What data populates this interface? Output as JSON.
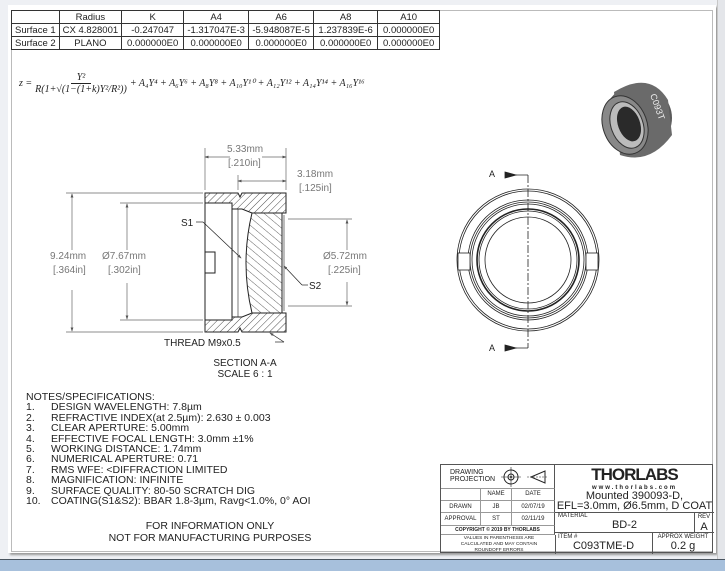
{
  "aspheric_table": {
    "headers": [
      "",
      "Radius",
      "K",
      "A4",
      "A6",
      "A8",
      "A10"
    ],
    "rows": [
      [
        "Surface 1",
        "CX 4.828001",
        "-0.247047",
        "-1.317047E-3",
        "-5.948087E-5",
        "1.237839E-6",
        "0.000000E0"
      ],
      [
        "Surface 2",
        "PLANO",
        "0.000000E0",
        "0.000000E0",
        "0.000000E0",
        "0.000000E0",
        "0.000000E0"
      ]
    ]
  },
  "formula": {
    "lhs": "z =",
    "numerator": "Y²",
    "denominator": "R(1+√(1−(1+k)Y²/R²))",
    "terms": "+ A₄Y⁴ + A₆Y⁶ + A₈Y⁸ + A₁₀Y¹⁰ + A₁₂Y¹² + A₁₄Y¹⁴ + A₁₆Y¹⁶"
  },
  "section_view": {
    "dim_length": "5.33mm",
    "dim_length_in": "[.210in]",
    "dim_lens": "3.18mm",
    "dim_lens_in": "[.125in]",
    "dim_od": "9.24mm",
    "dim_od_in": "[.364in]",
    "dim_bore": "Ø7.67mm",
    "dim_bore_in": "[.302in]",
    "dim_ap": "Ø5.72mm",
    "dim_ap_in": "[.225in]",
    "s1": "S1",
    "s2": "S2",
    "thread": "THREAD M9x0.5",
    "title": "SECTION A-A",
    "scale": "SCALE 6 : 1"
  },
  "front_view": {
    "section_label": "A",
    "engraving": "C093T"
  },
  "notes": {
    "heading": "NOTES/SPECIFICATIONS:",
    "items": [
      {
        "n": "1.",
        "t": "DESIGN WAVELENGTH: 7.8µm"
      },
      {
        "n": "2.",
        "t": "REFRACTIVE INDEX(at 2.5µm): 2.630 ± 0.003"
      },
      {
        "n": "3.",
        "t": "CLEAR APERTURE: 5.00mm"
      },
      {
        "n": "4.",
        "t": "EFFECTIVE FOCAL LENGTH: 3.0mm ±1%"
      },
      {
        "n": "5.",
        "t": "WORKING DISTANCE: 1.74mm"
      },
      {
        "n": "6.",
        "t": "NUMERICAL APERTURE: 0.71"
      },
      {
        "n": "7.",
        "t": "RMS WFE: <DIFFRACTION LIMITED"
      },
      {
        "n": "8.",
        "t": "MAGNIFICATION: INFINITE"
      },
      {
        "n": "9.",
        "t": "SURFACE QUALITY: 80-50 SCRATCH DIG"
      },
      {
        "n": "10.",
        "t": "COATING(S1&S2): BBAR 1.8-3µm, Ravg<1.0%, 0° AOI"
      }
    ],
    "info1": "FOR INFORMATION ONLY",
    "info2": "NOT FOR MANUFACTURING PURPOSES"
  },
  "title_block": {
    "projection": "DRAWING PROJECTION",
    "name_h": "NAME",
    "date_h": "DATE",
    "drawn": "DRAWN",
    "drawn_name": "JB",
    "drawn_date": "02/07/19",
    "approval": "APPROVAL",
    "approval_name": "ST",
    "approval_date": "02/11/19",
    "copyright": "COPYRIGHT © 2019 BY THORLABS",
    "values_note": "VALUES IN PARENTHESIS ARE CALCULATED AND MAY CONTAIN ROUNDOFF ERRORS",
    "logo": "THORLABS",
    "website": "www.thorlabs.com",
    "desc1": "Mounted 390093-D,",
    "desc2": "EFL=3.0mm, Ø6.5mm, D COAT",
    "material_h": "MATERIAL",
    "material": "BD-2",
    "rev_h": "REV",
    "rev": "A",
    "item_h": "ITEM #",
    "item": "C093TME-D",
    "weight_h": "APPROX WEIGHT",
    "weight": "0.2 g"
  }
}
